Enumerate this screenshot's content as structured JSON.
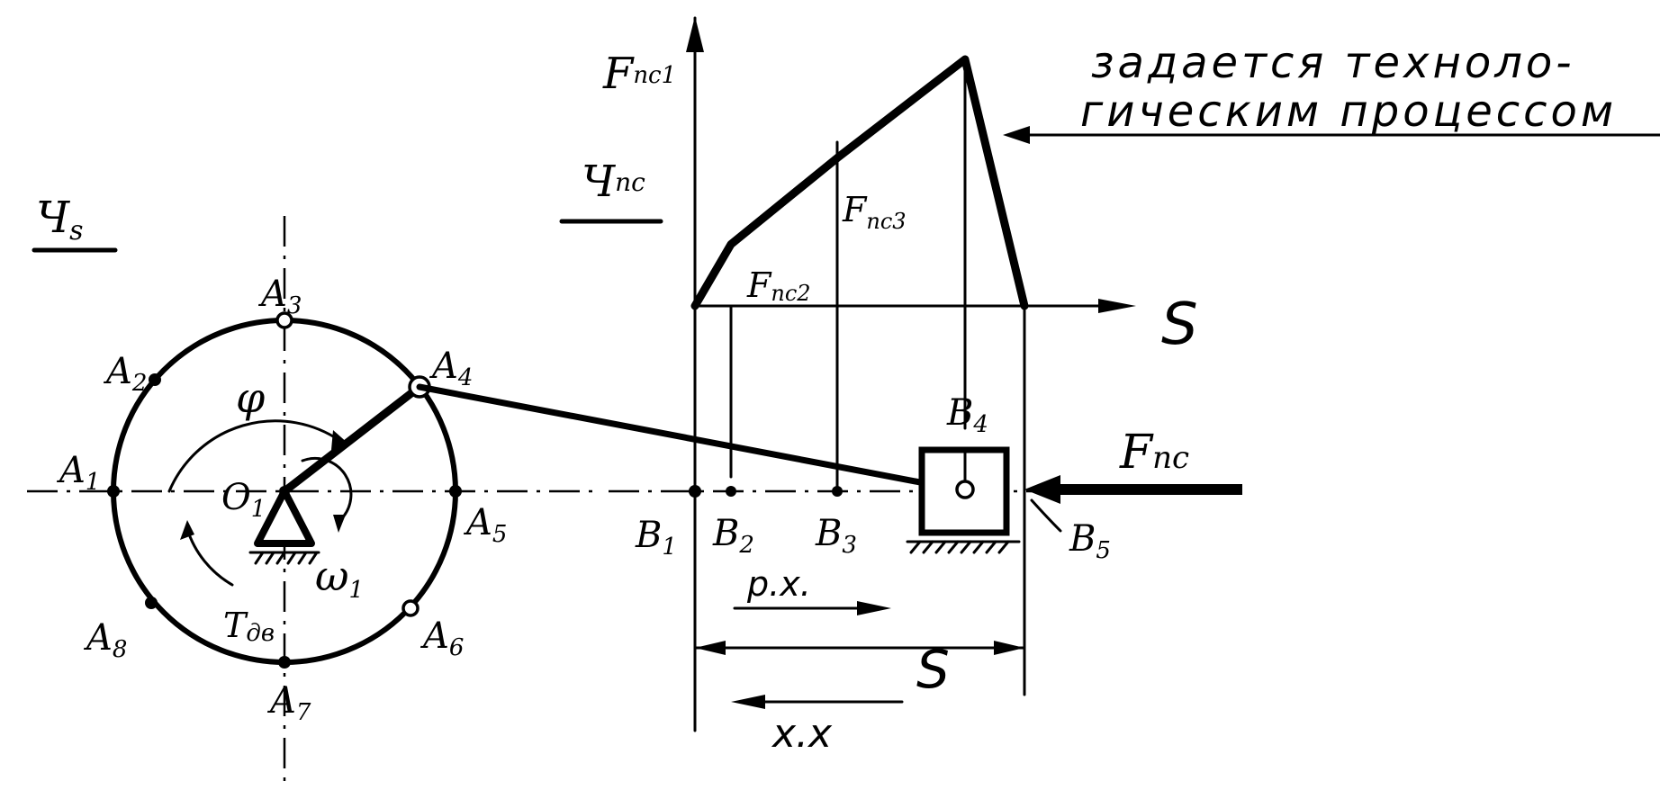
{
  "crank_section": {
    "title": "Ч",
    "title_sub": "s",
    "points": [
      {
        "label": "A",
        "sub": "1"
      },
      {
        "label": "A",
        "sub": "2"
      },
      {
        "label": "A",
        "sub": "3"
      },
      {
        "label": "A",
        "sub": "4"
      },
      {
        "label": "A",
        "sub": "5"
      },
      {
        "label": "A",
        "sub": "6"
      },
      {
        "label": "A",
        "sub": "7"
      },
      {
        "label": "A",
        "sub": "8"
      }
    ],
    "center": {
      "label": "O",
      "sub": "1"
    },
    "phi": "φ",
    "omega": {
      "label": "ω",
      "sub": "1"
    },
    "torque": {
      "label": "T",
      "sub": "дв"
    }
  },
  "force_section": {
    "title": "Ч",
    "title_sub": "пс",
    "y_axis": {
      "label": "F",
      "sub": "пс1"
    },
    "x_axis": "S",
    "f2": {
      "label": "F",
      "sub": "пс2"
    },
    "f3": {
      "label": "F",
      "sub": "пс3"
    },
    "note_line1": "задается техноло-",
    "note_line2": "гическим процессом"
  },
  "slider_section": {
    "points": [
      {
        "label": "B",
        "sub": "1"
      },
      {
        "label": "B",
        "sub": "2"
      },
      {
        "label": "B",
        "sub": "3"
      },
      {
        "label": "B",
        "sub": "4"
      },
      {
        "label": "B",
        "sub": "5"
      }
    ],
    "force": {
      "label": "F",
      "sub": "пс"
    },
    "working_stroke": "р.х.",
    "idle_stroke": "х.х",
    "stroke_label": "S"
  },
  "chart_data": {
    "type": "line",
    "title": "",
    "xlabel": "S",
    "ylabel": "Fпс1",
    "x": [
      "B1",
      "B2",
      "B3",
      "B4",
      "B5"
    ],
    "series": [
      {
        "values": [
          0,
          0.25,
          0.6,
          1.0,
          0
        ]
      }
    ]
  }
}
